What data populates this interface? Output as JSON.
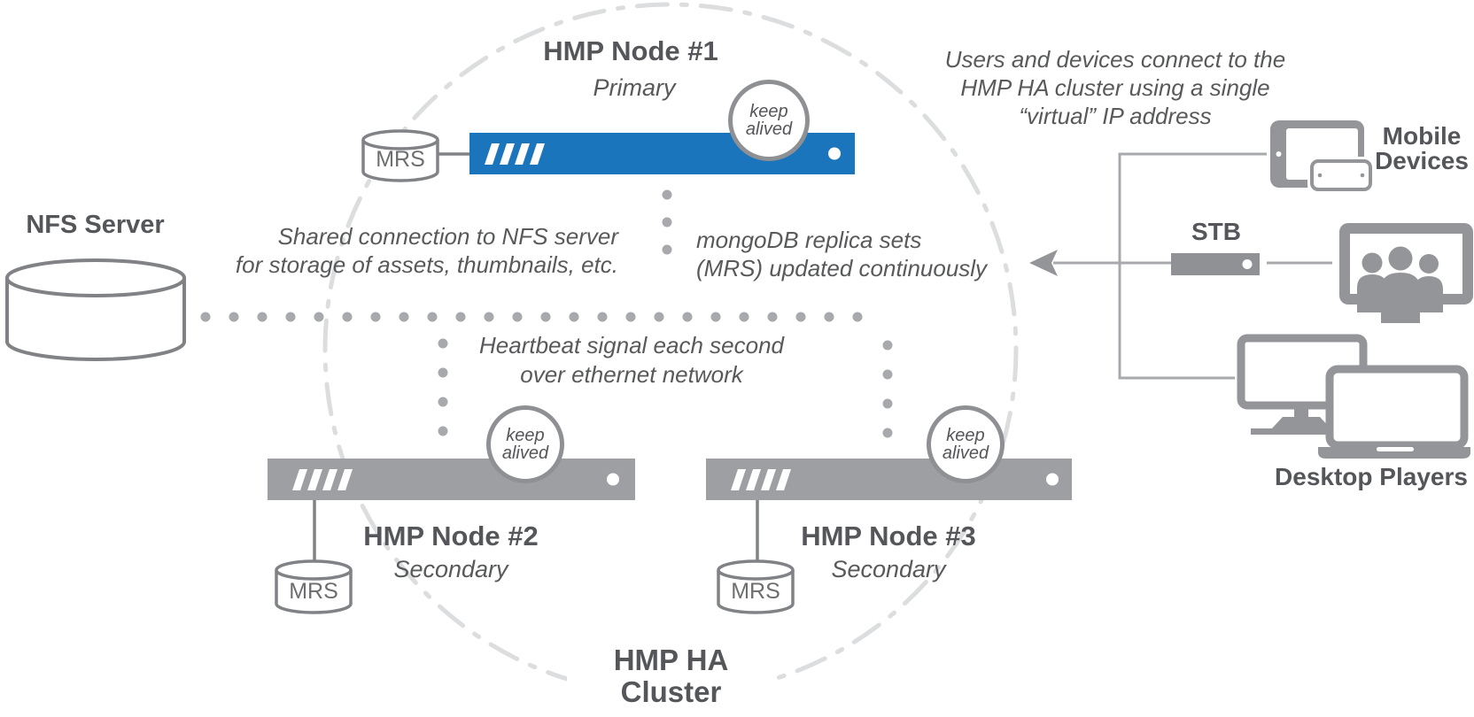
{
  "diagram_title": "HMP HA Cluster",
  "cluster": {
    "label": "HMP HA\nCluster"
  },
  "nfs": {
    "label": "NFS Server"
  },
  "nodes": [
    {
      "title": "HMP Node #1",
      "role": "Primary",
      "db": "MRS",
      "badge": "keep\nalived"
    },
    {
      "title": "HMP Node #2",
      "role": "Secondary",
      "db": "MRS",
      "badge": "keep\nalived"
    },
    {
      "title": "HMP Node #3",
      "role": "Secondary",
      "db": "MRS",
      "badge": "keep\nalived"
    }
  ],
  "notes": {
    "users": "Users and devices connect to the\nHMP HA cluster using a single\n“virtual” IP address",
    "shared": "Shared connection to NFS server\nfor storage of assets, thumbnails, etc.",
    "mongo": "mongoDB replica sets\n(MRS) updated continuously",
    "heartbeat": "Heartbeat signal each second\nover ethernet network"
  },
  "devices": {
    "mobile": "Mobile\nDevices",
    "stb": "STB",
    "desktop": "Desktop Players"
  },
  "colors": {
    "primary_bar": "#1b75bc",
    "secondary_bar": "#9d9fa2",
    "icon_gray": "#939598",
    "dot_gray": "#a7a9ac",
    "dashed_circle": "#dcddde",
    "text": "#55565a"
  }
}
